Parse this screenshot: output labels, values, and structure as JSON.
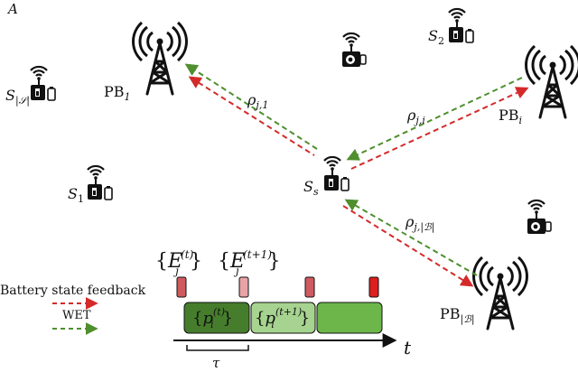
{
  "panel_letter": "A",
  "power_beacons": {
    "pb1": {
      "base": "PB",
      "sub": "1"
    },
    "pbi": {
      "base": "PB",
      "sub": "i"
    },
    "pbB": {
      "base": "PB",
      "sub": "|ℬ|"
    }
  },
  "sensors": {
    "s2": {
      "base": "S",
      "sub": "2"
    },
    "sS": {
      "base": "S",
      "sub": "|𝒮|"
    },
    "s1": {
      "base": "S",
      "sub": "1"
    },
    "ss": {
      "base": "S",
      "sub": "s"
    }
  },
  "links": {
    "rho_j1": {
      "base": "ρ",
      "sub": "j,1"
    },
    "rho_ji": {
      "base": "ρ",
      "sub": "j,i"
    },
    "rho_jB": {
      "base": "ρ",
      "sub": "j,|ℬ|"
    }
  },
  "energy_labels": {
    "e_t": {
      "base": "E",
      "sub": "j",
      "sup": "(t)"
    },
    "e_t1": {
      "base": "E",
      "sub": "j",
      "sup": "(t+1)"
    }
  },
  "power_labels": {
    "p_t": {
      "base": "p",
      "sub": "i",
      "sup": "(t)"
    },
    "p_t1": {
      "base": "p",
      "sub": "i",
      "sup": "(t+1)"
    }
  },
  "legend": {
    "feedback": "Battery state feedback",
    "wet": "WET"
  },
  "time_axis": {
    "label": "t",
    "slot": "τ"
  },
  "colors": {
    "feedback_red": "#d42a2a",
    "wet_green": "#4f8f2e",
    "slot_dark": "#467d2c",
    "slot_light": "#a6d38f",
    "slot_mid": "#6cb64a",
    "bar_pale": "#e8a3a6",
    "bar_mid": "#cf5a5f",
    "bar_red": "#dd1f1f"
  }
}
